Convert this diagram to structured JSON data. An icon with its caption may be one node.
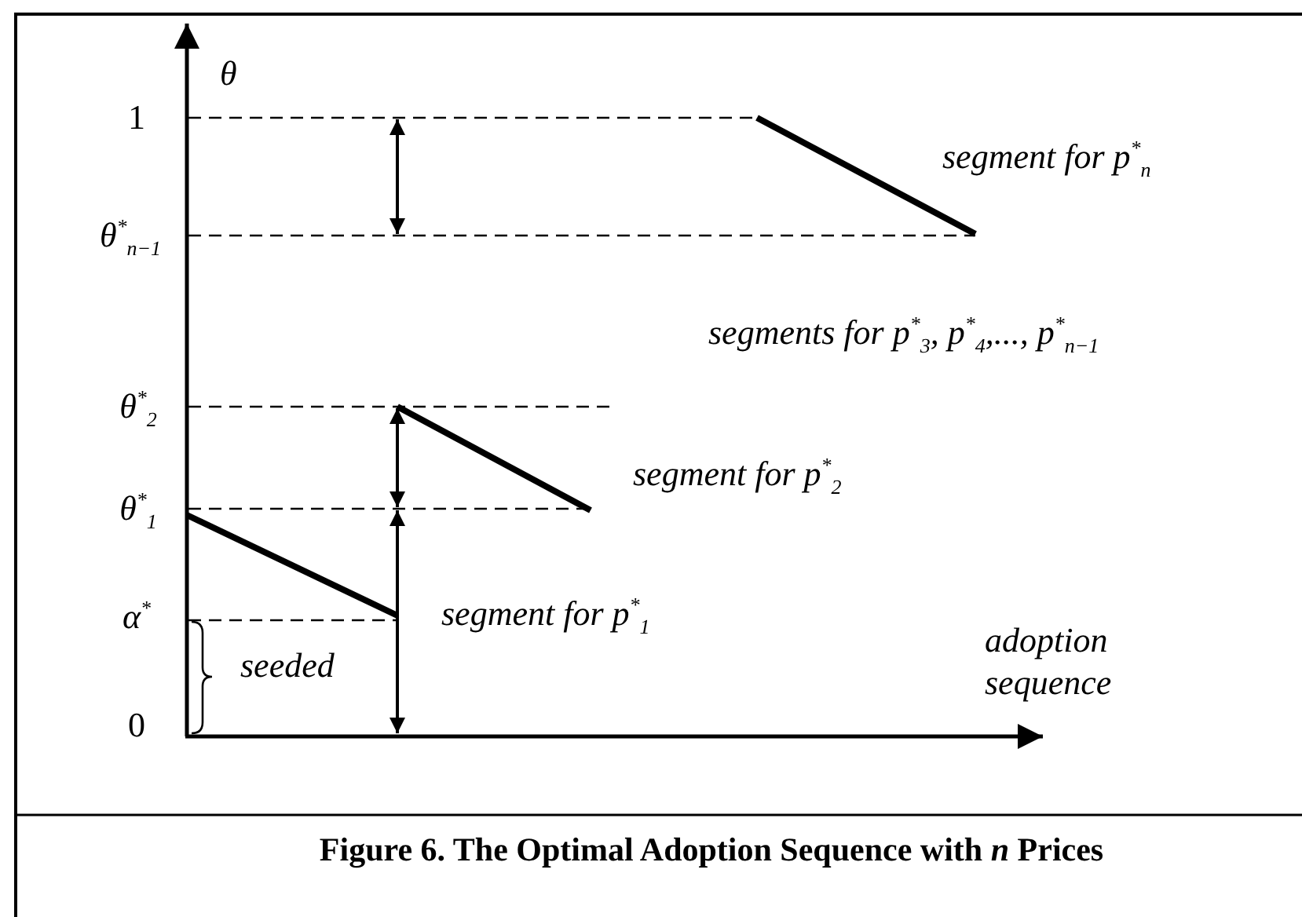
{
  "diagram": {
    "caption": "Figure 6.  The Optimal Adoption Sequence with *n* Prices",
    "labels": [
      "θ",
      "1",
      "segment for p$^{*}$$_{n}$",
      "θ$^{*}$$_{n−1}$",
      "segments for p$^{*}$$_{3}$, p$^{*}$$_{4}$,..., p$^{*}$$_{n−1}$",
      "θ$^{*}$$_{2}$",
      "segment for p$^{*}$$_{2}$",
      "θ$^{*}$$_{1}$",
      "α$^{*}$",
      "segment for p$^{*}$$_{1}$",
      "seeded",
      "adoption sequence",
      "0"
    ]
  }
}
